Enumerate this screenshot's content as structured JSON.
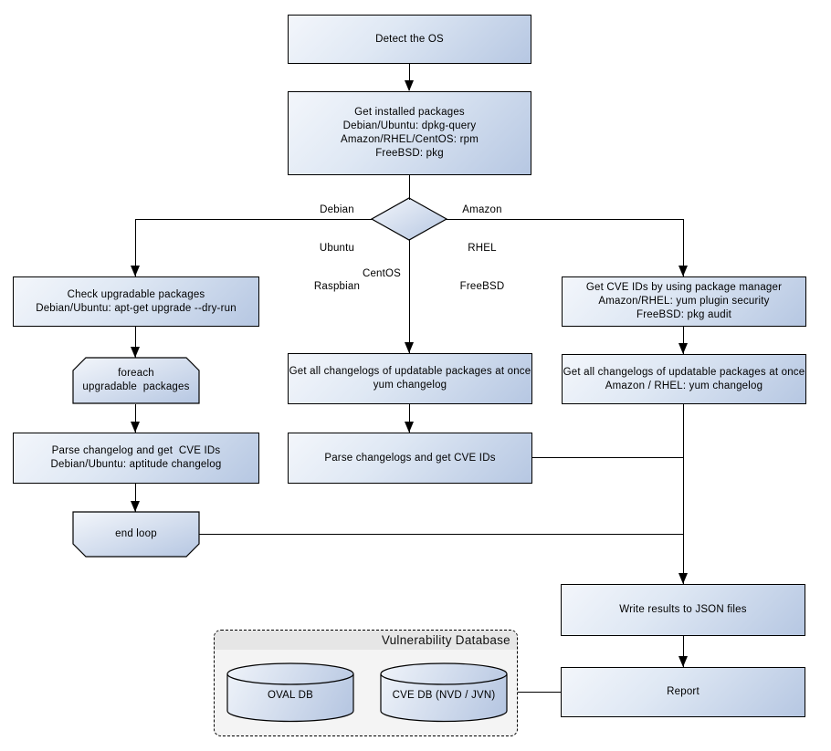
{
  "nodes": {
    "detect_os": {
      "lines": [
        "Detect the OS"
      ]
    },
    "get_installed_packages": {
      "lines": [
        "Get installed packages",
        "Debian/Ubuntu: dpkg-query",
        "Amazon/RHEL/CentOS: rpm",
        "FreeBSD: pkg"
      ]
    },
    "check_upgradable_packages": {
      "lines": [
        "Check upgradable packages",
        "Debian/Ubuntu: apt-get upgrade --dry-run"
      ]
    },
    "foreach_loop_start": {
      "lines": [
        "foreach",
        "upgradable  packages"
      ]
    },
    "parse_changelog_apt": {
      "lines": [
        "Parse changelog and get  CVE IDs",
        "Debian/Ubuntu: aptitude changelog"
      ]
    },
    "end_loop": {
      "lines": [
        "end loop"
      ]
    },
    "get_changelogs_centos": {
      "lines": [
        "Get all changelogs of updatable packages at once",
        "yum changelog"
      ]
    },
    "parse_changelogs_centos": {
      "lines": [
        "Parse changelogs and get CVE IDs"
      ]
    },
    "get_cve_ids_pkg_manager": {
      "lines": [
        "Get CVE IDs by using package manager",
        "Amazon/RHEL: yum plugin security",
        "FreeBSD: pkg audit"
      ]
    },
    "get_changelogs_amazon_rhel": {
      "lines": [
        "Get all changelogs of updatable packages at once",
        "Amazon / RHEL: yum changelog"
      ]
    },
    "write_results": {
      "lines": [
        "Write results to JSON files"
      ]
    },
    "report": {
      "lines": [
        "Report"
      ]
    }
  },
  "branch_labels": {
    "left": {
      "lines": [
        "Debian",
        "Ubuntu",
        "Raspbian"
      ]
    },
    "right": {
      "lines": [
        "Amazon",
        "RHEL",
        "FreeBSD"
      ]
    },
    "bottom": {
      "lines": [
        "CentOS"
      ]
    }
  },
  "database_group": {
    "title": "Vulnerability Database",
    "cylinders": [
      {
        "label": "OVAL DB"
      },
      {
        "label": "CVE DB (NVD / JVN)"
      }
    ]
  },
  "colors": {
    "node_gradient_light": "#f3f6fb",
    "node_gradient_dark": "#b6c7e2",
    "node_border": "#000000",
    "group_background": "#f4f4f4",
    "group_header_background": "#e6e6e6",
    "line_color": "#000000",
    "background": "#ffffff"
  }
}
